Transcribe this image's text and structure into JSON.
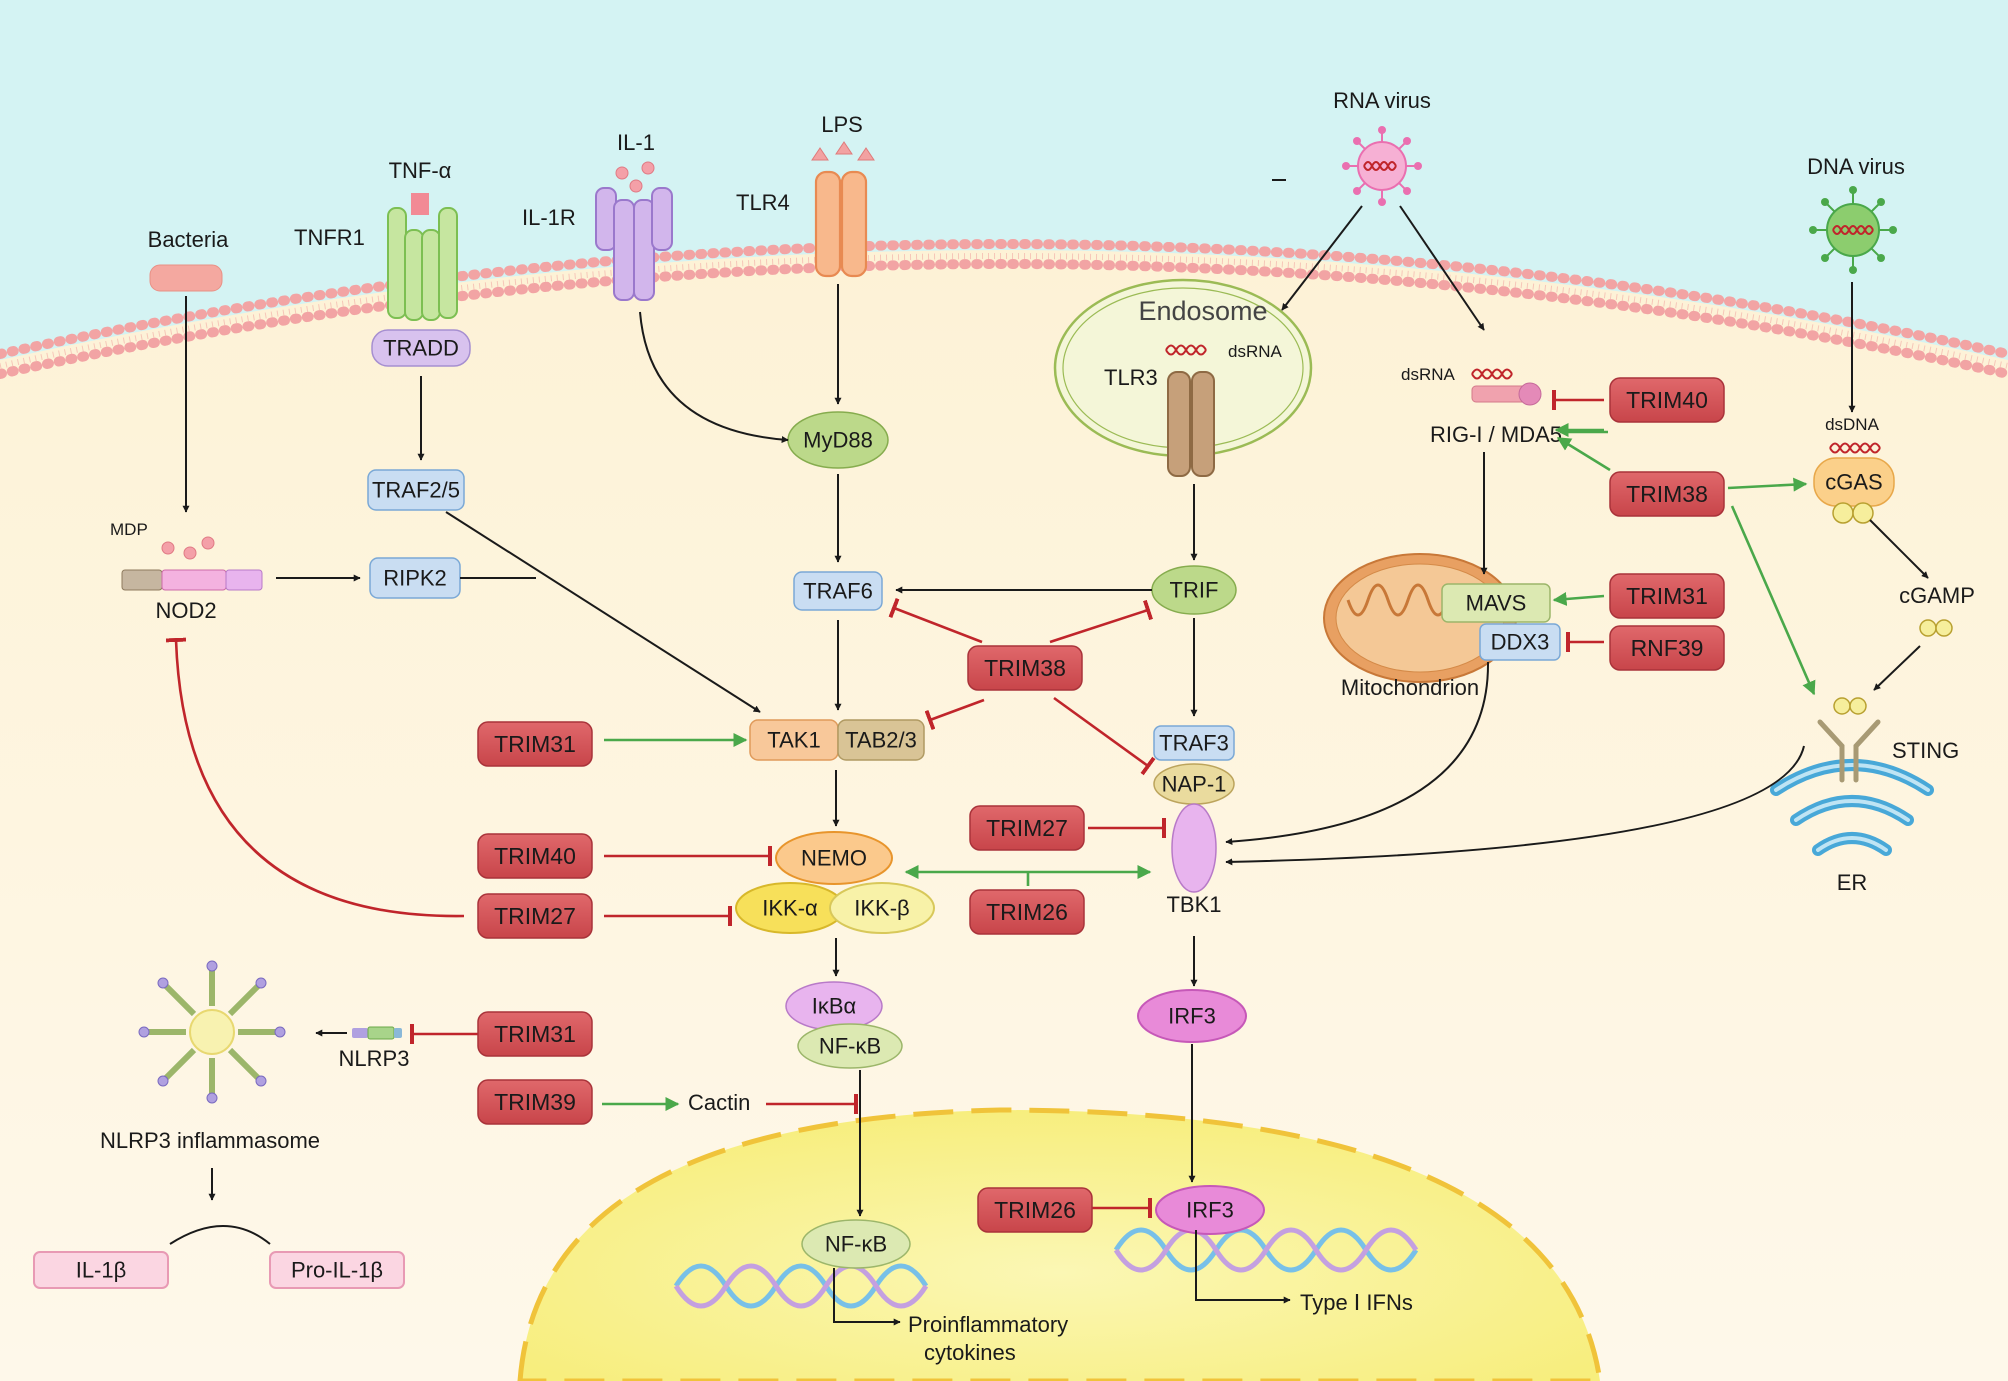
{
  "labels": {
    "bacteria": "Bacteria",
    "tnf": "TNF-α",
    "tnfr1": "TNFR1",
    "il1": "IL-1",
    "il1r": "IL-1R",
    "lps": "LPS",
    "tlr4": "TLR4",
    "rna_virus": "RNA  virus",
    "dna_virus": "DNA virus",
    "endosome": "Endosome",
    "dsrna_endo": "dsRNA",
    "tlr3": "TLR3",
    "dsrna_rig": "dsRNA",
    "rig": "RIG-I / MDA5",
    "dsdna": "dsDNA",
    "mdp": "MDP",
    "nod2": "NOD2",
    "mito": "Mitochondrion",
    "cgamp": "cGAMP",
    "sting": "STING",
    "er": "ER",
    "tbk1": "TBK1",
    "nlrp3": "NLRP3",
    "inflammasome": "NLRP3 inflammasome",
    "cactin": "Cactin",
    "proinflam1": "Proinflammatory",
    "proinflam2": "cytokines",
    "ifn": "Type  Ⅰ IFNs"
  },
  "nodes": {
    "tradd": "TRADD",
    "traf25": "TRAF2/5",
    "ripk2": "RIPK2",
    "myd88": "MyD88",
    "traf6": "TRAF6",
    "trif": "TRIF",
    "tak1": "TAK1",
    "tab23": "TAB2/3",
    "traf3": "TRAF3",
    "nap1": "NAP-1",
    "nemo": "NEMO",
    "ikka": "IKK-α",
    "ikkb": "IKK-β",
    "ikba": "IκBα",
    "nfkb": "NF-κB",
    "nfkb_nuc": "NF-κB",
    "irf3": "IRF3",
    "irf3_nuc": "IRF3",
    "mavs": "MAVS",
    "ddx3": "DDX3",
    "cgas": "cGAS",
    "il1b": "IL-1β",
    "proil1b": "Pro-IL-1β"
  },
  "trims": {
    "trim40_rig": "TRIM40",
    "trim38_right": "TRIM38",
    "trim31_mavs": "TRIM31",
    "rnf39": "RNF39",
    "trim38_center": "TRIM38",
    "trim31_tak": "TRIM31",
    "trim27_tbk": "TRIM27",
    "trim40_nemo": "TRIM40",
    "trim26_tbk": "TRIM26",
    "trim27_ikk": "TRIM27",
    "trim31_nlrp3": "TRIM31",
    "trim39": "TRIM39",
    "trim26_irf3": "TRIM26"
  },
  "colors": {
    "extracellular": "#d4f3f3",
    "cytoplasm": "#fdf3dc",
    "nucleus": "#fbf5a8",
    "trim_fill": "#d9555a",
    "activation_arrow": "#4aa84a",
    "inhibition_arrow": "#c0252b"
  }
}
